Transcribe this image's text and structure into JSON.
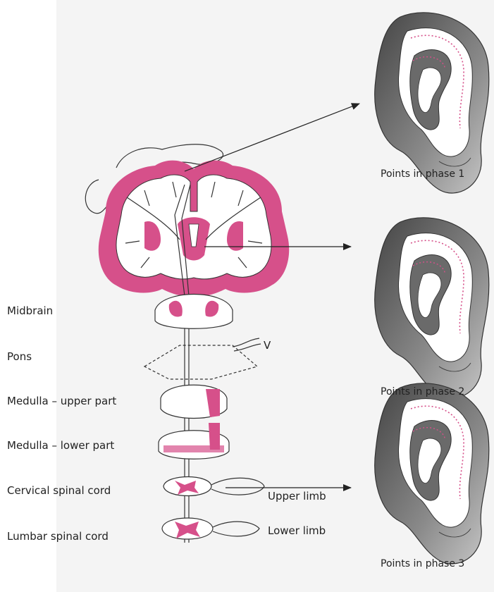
{
  "colors": {
    "accent": "#d6508a",
    "ink": "#333333",
    "background": "#f4f4f4"
  },
  "levels": [
    {
      "label": "Midbrain"
    },
    {
      "label": "Pons"
    },
    {
      "label": "Medulla – upper part"
    },
    {
      "label": "Medulla – lower part"
    },
    {
      "label": "Cervical spinal cord"
    },
    {
      "label": "Lumbar spinal cord"
    }
  ],
  "nerve_label": "V",
  "limbs": {
    "upper": "Upper limb",
    "lower": "Lower limb"
  },
  "ears": [
    {
      "caption": "Points in phase 1"
    },
    {
      "caption": "Points in phase 2"
    },
    {
      "caption": "Points in phase 3"
    }
  ]
}
